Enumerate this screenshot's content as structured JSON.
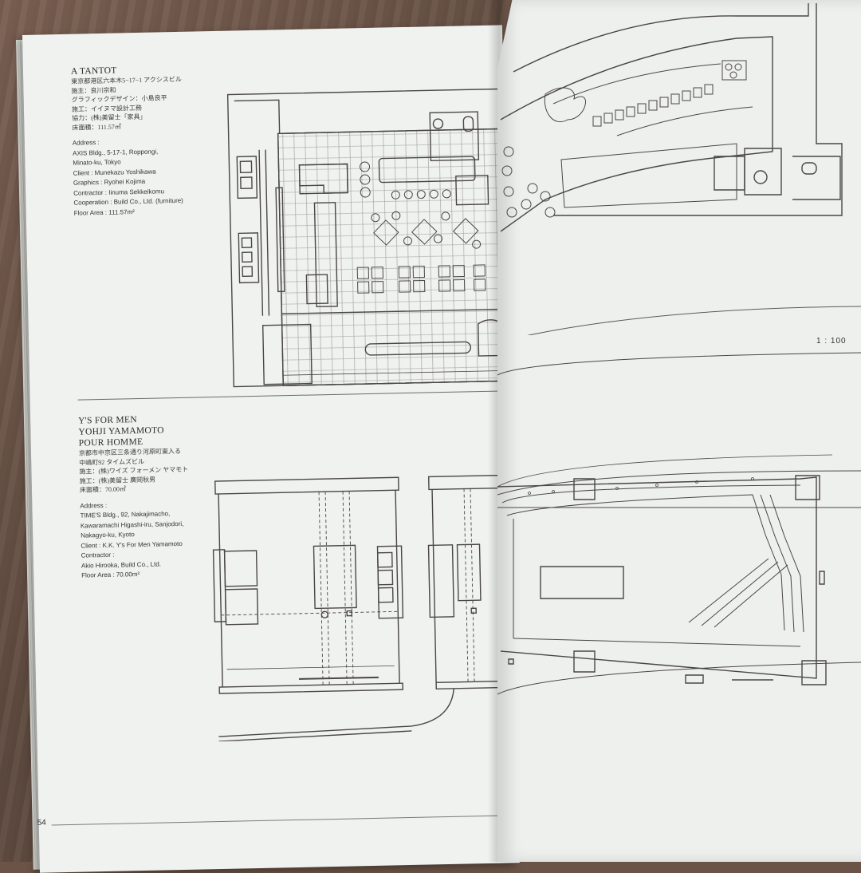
{
  "projects": [
    {
      "title": "A TANTOT",
      "jp_lines": [
        "東京都港区六本木5−17−1 アクシスビル",
        "施主：良川宗和",
        "グラフィックデザイン：小島良平",
        "施工：イイヌマ設計工務",
        "協力：(株)美留士「家具」",
        "床面積：111.57㎡"
      ],
      "en_lines": [
        "Address :",
        "AXIS Bldg., 5-17-1, Roppongi,",
        "Minato-ku, Tokyo",
        "Client : Munekazu Yoshikawa",
        "Graphics : Ryohei Kojima",
        "Contractor : Iinuma Sekkeikomu",
        "Cooperation : Build Co., Ltd. (furniture)",
        "Floor Area : 111.57m²"
      ]
    },
    {
      "title_lines": [
        "Y'S FOR MEN",
        "YOHJI YAMAMOTO",
        "POUR HOMME"
      ],
      "jp_lines": [
        "京都市中京区三条通り河原町東入る",
        "中嶋町92 タイムズビル",
        "施主：(株)ワイズ フォーメン ヤマモト",
        "施工：(株)美留士 廣岡秋男",
        "床面積：70.00㎡"
      ],
      "en_lines": [
        "Address :",
        "TIME'S Bldg., 92, Nakajimacho,",
        "Kawaramachi Higashi-iru, Sanjodori,",
        "Nakagyo-ku, Kyoto",
        "Client : K.K. Y's For Men Yamamoto",
        "Contractor :",
        "Akio Hirooka, Build Co., Ltd.",
        "Floor Area : 70.00m²"
      ]
    }
  ],
  "page_number": "54",
  "scale_label": "1 : 100",
  "colors": {
    "paper": "#f0f2ef",
    "ink": "#2a2a2a",
    "line": "#4a4646"
  }
}
